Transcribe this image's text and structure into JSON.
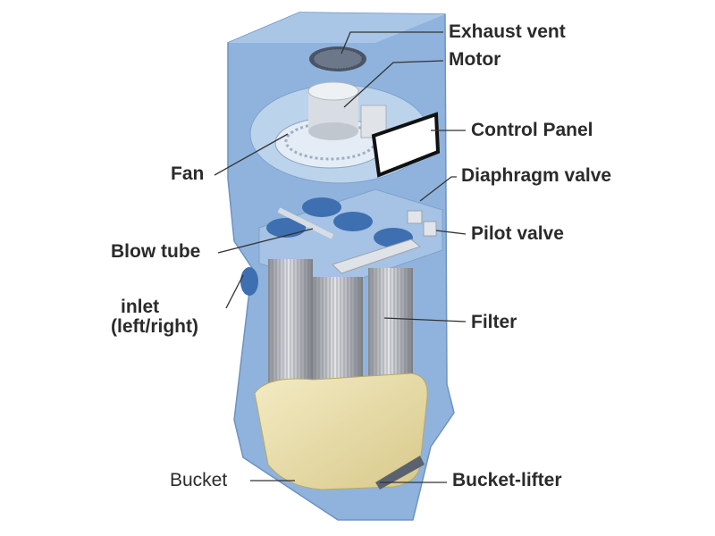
{
  "diagram": {
    "labels": {
      "exhaust_vent": "Exhaust vent",
      "motor": "Motor",
      "control_panel": "Control Panel",
      "fan": "Fan",
      "diaphragm_valve": "Diaphragm valve",
      "pilot_valve": "Pilot valve",
      "blow_tube": "Blow tube",
      "inlet": "inlet",
      "inlet_note": "(left/right)",
      "filter": "Filter",
      "bucket": "Bucket",
      "bucket_lifter": "Bucket-lifter"
    },
    "colors": {
      "body": "#8fb3dc",
      "body_light": "#c3d7ee",
      "bucket": "#e9dca4",
      "filter": "#b9bcc2"
    }
  }
}
